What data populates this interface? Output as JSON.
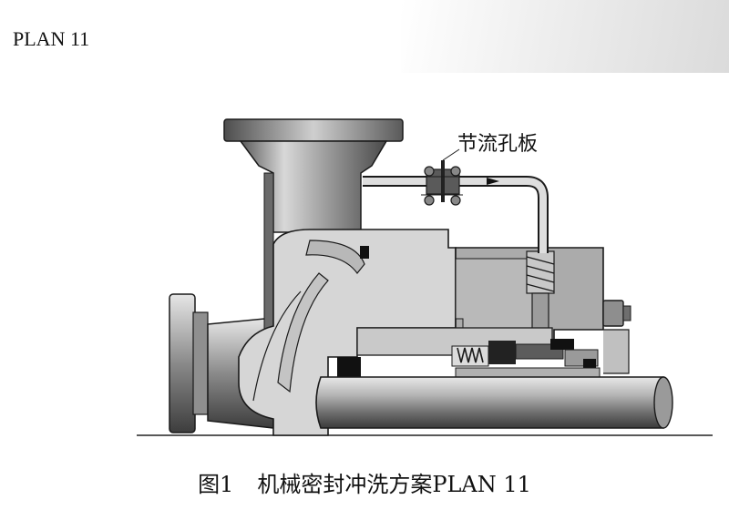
{
  "header": {
    "plan_label": "PLAN 11"
  },
  "diagram": {
    "callout_label": "节流孔板"
  },
  "caption": {
    "figure_number": "图1",
    "title": "机械密封冲洗方案PLAN 11"
  },
  "colors": {
    "outline": "#1a1a1a",
    "casing_light": "#d4d4d4",
    "housing_mid": "#a9a9a9",
    "shaft_dark": "#7a7a7a",
    "seal_black": "#111111"
  }
}
